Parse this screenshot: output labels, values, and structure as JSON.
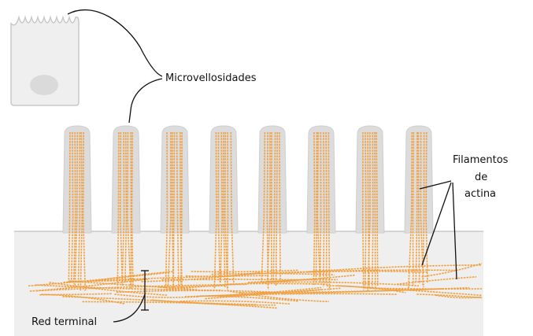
{
  "labels": {
    "microvilli": "Microvellosidades",
    "actin_line1": "Filamentos",
    "actin_line2": "de",
    "actin_line3": "actina",
    "terminal_web": "Red terminal"
  },
  "colors": {
    "cell_fill": "#efefef",
    "cell_stroke": "#c8c8c8",
    "nucleus": "#dadada",
    "actin": "#f0a040",
    "actin_dark": "#e08a28",
    "leader_line": "#111111"
  },
  "microvilli_count": 8
}
